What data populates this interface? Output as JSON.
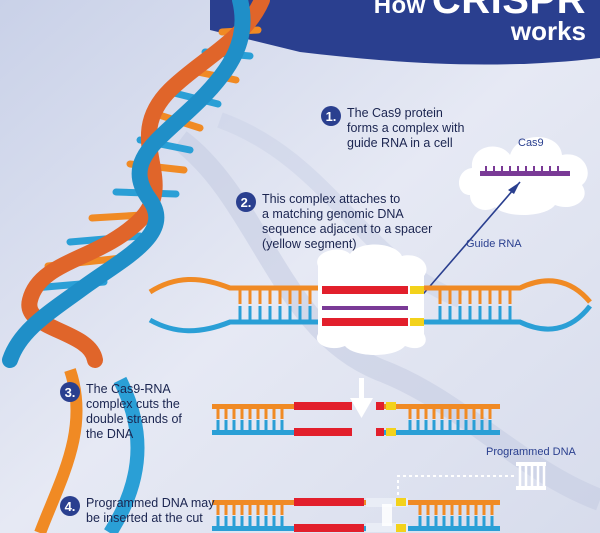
{
  "title": {
    "prefix": "How",
    "main": "CRISPR",
    "line2": "works"
  },
  "steps": [
    {
      "number": "1.",
      "text": "The Cas9 protein\nforms a complex with\nguide RNA in a cell"
    },
    {
      "number": "2.",
      "text": "This complex attaches to\na matching genomic DNA\nsequence adjacent to a spacer\n(yellow segment)"
    },
    {
      "number": "3.",
      "text": "The Cas9-RNA\ncomplex cuts the\ndouble strands of\nthe DNA"
    },
    {
      "number": "4.",
      "text": "Programmed DNA may\nbe inserted at the cut"
    }
  ],
  "labels": {
    "cas9": "Cas9",
    "guide_rna": "Guide RNA",
    "programmed_dna": "Programmed DNA"
  },
  "colors": {
    "bg": "#dfe4f1",
    "navy": "#2a3f8f",
    "orange": "#f08a24",
    "blue": "#2a9fd6",
    "red": "#e21f2c",
    "yellow": "#f3d21b",
    "purple": "#7a3a96"
  }
}
